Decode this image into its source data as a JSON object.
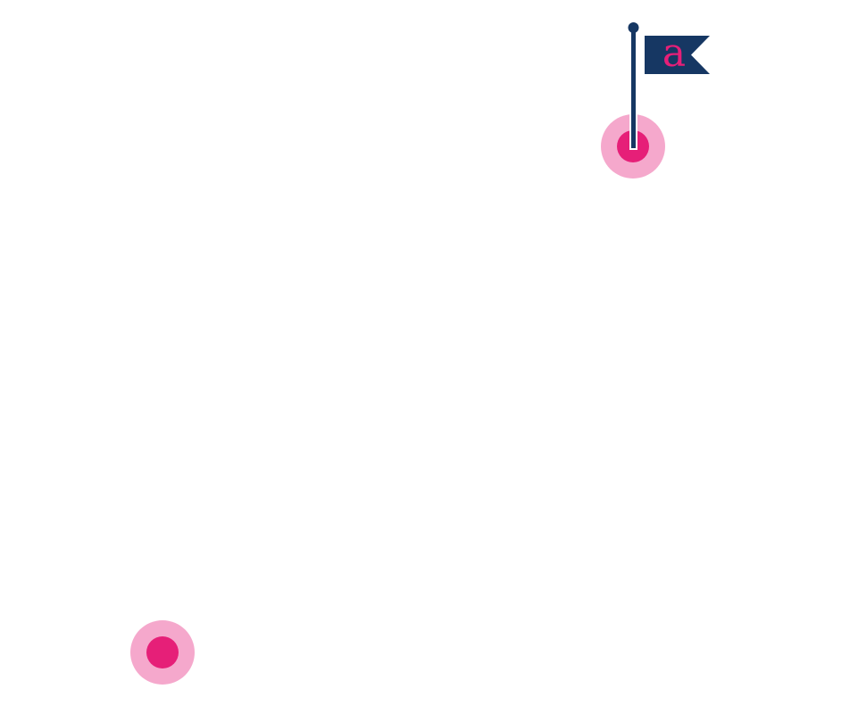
{
  "colors": {
    "background": "#ffffff",
    "marker_halo": "#f5a8cc",
    "marker_core": "#e61f78",
    "flag_fill": "#163763",
    "flag_pole": "#163763",
    "flag_text": "#e61f78"
  },
  "markers": [
    {
      "id": "marker-start",
      "icon": "location-dot-icon",
      "has_flag": true,
      "flag_label": "a"
    },
    {
      "id": "marker-end",
      "icon": "location-dot-icon",
      "has_flag": false
    }
  ]
}
